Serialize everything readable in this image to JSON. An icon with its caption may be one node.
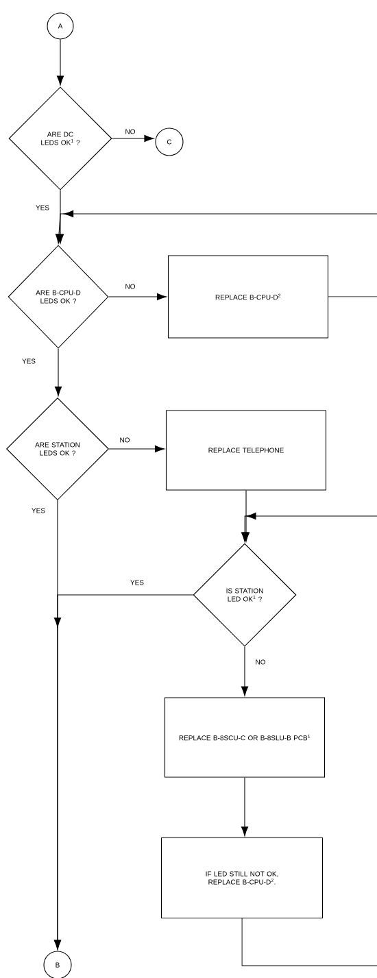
{
  "diagram": {
    "nodes": [
      {
        "text": [
          "A"
        ]
      },
      {
        "text": [
          "ARE DC LEDS OK$^{1}$ ?"
        ]
      },
      {
        "text": [
          "C"
        ]
      },
      {
        "text": [
          "ARE B-CPU-D LEDS OK ?"
        ]
      },
      {
        "text": [
          "REPLACE B-CPU-D$^{2}$"
        ]
      },
      {
        "text": [
          "ARE STATION LEDS OK ?"
        ]
      },
      {
        "text": [
          "REPLACE TELEPHONE"
        ]
      },
      {
        "text": [
          "IS STATION LED OK$^{1}$ ?"
        ]
      },
      {
        "text": [
          "REPLACE B-8SCU-C OR B-8SLU-B PCB$^{1}$"
        ]
      },
      {
        "text": [
          "IF LED STILL NOT OK, REPLACE B-CPU-D$^{2}$."
        ]
      },
      {
        "text": [
          "B"
        ]
      }
    ],
    "edges": [
      {
        "from": 0,
        "to": 1,
        "arrow": "to"
      },
      {
        "from": 1,
        "to": 2,
        "arrow": "to",
        "label": "NO"
      },
      {
        "from": 1,
        "to": 3,
        "arrow": "to",
        "label": "YES"
      },
      {
        "from": null,
        "to": 3,
        "arrow": "to"
      },
      {
        "from": 3,
        "to": 4,
        "arrow": "to",
        "label": "NO"
      },
      {
        "from": 4,
        "to": null,
        "arrow": "none"
      },
      {
        "from": 3,
        "to": 5,
        "arrow": "to",
        "label": "YES"
      },
      {
        "from": 5,
        "to": 6,
        "arrow": "to",
        "label": "NO"
      },
      {
        "from": 5,
        "to": 10,
        "arrow": "to",
        "label": "YES"
      },
      {
        "from": 6,
        "to": 7,
        "arrow": "to"
      },
      {
        "from": null,
        "to": 7,
        "arrow": "to"
      },
      {
        "from": 7,
        "to": 10,
        "arrow": "to",
        "label": "YES"
      },
      {
        "from": 7,
        "to": 8,
        "arrow": "to",
        "label": "NO"
      },
      {
        "from": 8,
        "to": 9,
        "arrow": "to"
      },
      {
        "from": 9,
        "to": null,
        "arrow": "none"
      }
    ]
  }
}
